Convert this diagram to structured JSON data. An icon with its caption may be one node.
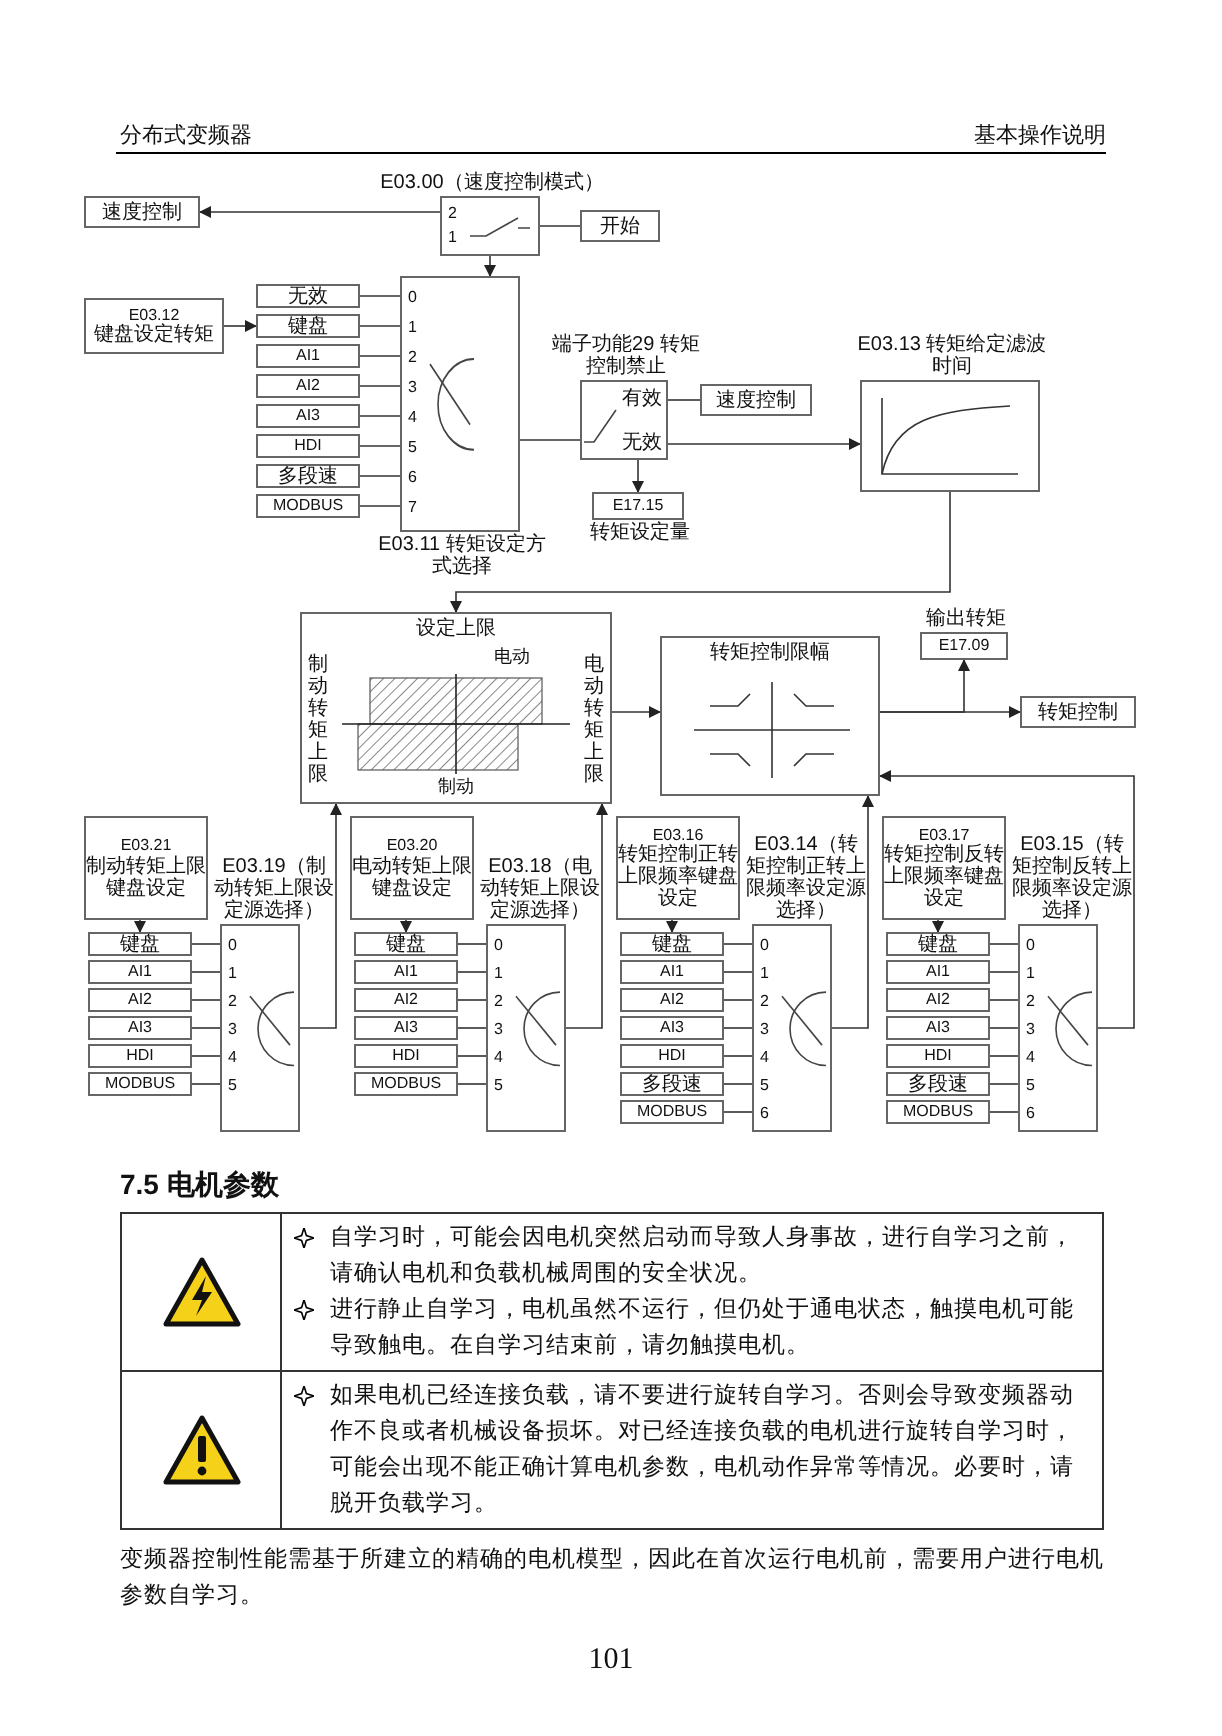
{
  "diagram": {
    "nodes": [
      {
        "text": [
          "速度控制"
        ]
      },
      {
        "text": [
          "E03.00（速度控制模式）",
          "2",
          "1"
        ]
      },
      {
        "text": [
          "开始"
        ]
      },
      {
        "text": [
          "E03.12",
          "键盘设定转矩"
        ]
      },
      {
        "text": [
          "无效"
        ]
      },
      {
        "text": [
          "键盘"
        ]
      },
      {
        "text": [
          "AI1"
        ]
      },
      {
        "text": [
          "AI2"
        ]
      },
      {
        "text": [
          "AI3"
        ]
      },
      {
        "text": [
          "HDI"
        ]
      },
      {
        "text": [
          "多段速"
        ]
      },
      {
        "text": [
          "MODBUS"
        ]
      },
      {
        "text": [
          "E03.11 转矩设定方式选择",
          "0",
          "1",
          "2",
          "3",
          "4",
          "5",
          "6",
          "7"
        ]
      },
      {
        "text": [
          "端子功能29 转矩控制禁止",
          "有效",
          "无效"
        ]
      },
      {
        "text": [
          "速度控制"
        ]
      },
      {
        "text": [
          "E17.15"
        ],
        "beside": [
          "转矩设定量"
        ]
      },
      {
        "text": [
          "E03.13 转矩给定滤波时间"
        ]
      },
      {
        "text": [
          "设定上限",
          "制动转矩上限",
          "电动",
          "电动转矩上限",
          "制动"
        ]
      },
      {
        "text": [
          "转矩控制限幅"
        ]
      },
      {
        "text": [
          "输出转矩",
          "E17.09"
        ]
      },
      {
        "text": [
          "转矩控制"
        ]
      },
      {
        "text": [
          "E03.21",
          "制动转矩上限键盘设定"
        ]
      },
      {
        "text": [
          "键盘"
        ]
      },
      {
        "text": [
          "AI1"
        ]
      },
      {
        "text": [
          "AI2"
        ]
      },
      {
        "text": [
          "AI3"
        ]
      },
      {
        "text": [
          "HDI"
        ]
      },
      {
        "text": [
          "MODBUS"
        ]
      },
      {
        "text": [
          "E03.19（制动转矩上限设定源选择）",
          "0",
          "1",
          "2",
          "3",
          "4",
          "5"
        ]
      },
      {
        "text": [
          "E03.20",
          "电动转矩上限键盘设定"
        ]
      },
      {
        "text": [
          "键盘"
        ]
      },
      {
        "text": [
          "AI1"
        ]
      },
      {
        "text": [
          "AI2"
        ]
      },
      {
        "text": [
          "AI3"
        ]
      },
      {
        "text": [
          "HDI"
        ]
      },
      {
        "text": [
          "MODBUS"
        ]
      },
      {
        "text": [
          "E03.18（电动转矩上限设定源选择）",
          "0",
          "1",
          "2",
          "3",
          "4",
          "5"
        ]
      },
      {
        "text": [
          "E03.16",
          "转矩控制正转上限频率键盘设定"
        ]
      },
      {
        "text": [
          "键盘"
        ]
      },
      {
        "text": [
          "AI1"
        ]
      },
      {
        "text": [
          "AI2"
        ]
      },
      {
        "text": [
          "AI3"
        ]
      },
      {
        "text": [
          "HDI"
        ]
      },
      {
        "text": [
          "多段速"
        ]
      },
      {
        "text": [
          "MODBUS"
        ]
      },
      {
        "text": [
          "E03.14（转矩控制正转上限频率设定源选择）",
          "0",
          "1",
          "2",
          "3",
          "4",
          "5",
          "6"
        ]
      },
      {
        "text": [
          "E03.17",
          "转矩控制反转上限频率键盘设定"
        ]
      },
      {
        "text": [
          "键盘"
        ]
      },
      {
        "text": [
          "AI1"
        ]
      },
      {
        "text": [
          "AI2"
        ]
      },
      {
        "text": [
          "AI3"
        ]
      },
      {
        "text": [
          "HDI"
        ]
      },
      {
        "text": [
          "多段速"
        ]
      },
      {
        "text": [
          "MODBUS"
        ]
      },
      {
        "text": [
          "E03.15（转矩控制反转上限频率设定源选择）",
          "0",
          "1",
          "2",
          "3",
          "4",
          "5",
          "6"
        ]
      }
    ],
    "edges": [
      {
        "from": 1,
        "to": 0,
        "arrow": "to"
      },
      {
        "from": 1,
        "to": 2,
        "arrow": "none"
      },
      {
        "from": 1,
        "to": 12,
        "arrow": "to"
      },
      {
        "from": 3,
        "to": 5,
        "arrow": "to"
      },
      {
        "from": 4,
        "to": 12,
        "arrow": "none"
      },
      {
        "from": 5,
        "to": 12,
        "arrow": "none"
      },
      {
        "from": 6,
        "to": 12,
        "arrow": "none"
      },
      {
        "from": 7,
        "to": 12,
        "arrow": "none"
      },
      {
        "from": 8,
        "to": 12,
        "arrow": "none"
      },
      {
        "from": 9,
        "to": 12,
        "arrow": "none"
      },
      {
        "from": 10,
        "to": 12,
        "arrow": "none"
      },
      {
        "from": 11,
        "to": 12,
        "arrow": "none"
      },
      {
        "from": 12,
        "to": 13,
        "arrow": "none"
      },
      {
        "from": 13,
        "to": 14,
        "arrow": "none"
      },
      {
        "from": 13,
        "to": 15,
        "arrow": "to"
      },
      {
        "from": 13,
        "to": 16,
        "arrow": "to"
      },
      {
        "from": 16,
        "to": 17,
        "arrow": "to"
      },
      {
        "from": 17,
        "to": 18,
        "arrow": "to"
      },
      {
        "from": 18,
        "to": 20,
        "arrow": "to"
      },
      {
        "from": 18,
        "to": 19,
        "arrow": "to"
      },
      {
        "from": 21,
        "to": 22,
        "arrow": "to"
      },
      {
        "from": 22,
        "to": 28,
        "arrow": "none"
      },
      {
        "from": 23,
        "to": 28,
        "arrow": "none"
      },
      {
        "from": 24,
        "to": 28,
        "arrow": "none"
      },
      {
        "from": 25,
        "to": 28,
        "arrow": "none"
      },
      {
        "from": 26,
        "to": 28,
        "arrow": "none"
      },
      {
        "from": 27,
        "to": 28,
        "arrow": "none"
      },
      {
        "from": 28,
        "to": 17,
        "arrow": "to"
      },
      {
        "from": 29,
        "to": 30,
        "arrow": "to"
      },
      {
        "from": 30,
        "to": 36,
        "arrow": "none"
      },
      {
        "from": 31,
        "to": 36,
        "arrow": "none"
      },
      {
        "from": 32,
        "to": 36,
        "arrow": "none"
      },
      {
        "from": 33,
        "to": 36,
        "arrow": "none"
      },
      {
        "from": 34,
        "to": 36,
        "arrow": "none"
      },
      {
        "from": 35,
        "to": 36,
        "arrow": "none"
      },
      {
        "from": 36,
        "to": 17,
        "arrow": "to"
      },
      {
        "from": 37,
        "to": 38,
        "arrow": "to"
      },
      {
        "from": 38,
        "to": 45,
        "arrow": "none"
      },
      {
        "from": 39,
        "to": 45,
        "arrow": "none"
      },
      {
        "from": 40,
        "to": 45,
        "arrow": "none"
      },
      {
        "from": 41,
        "to": 45,
        "arrow": "none"
      },
      {
        "from": 42,
        "to": 45,
        "arrow": "none"
      },
      {
        "from": 43,
        "to": 45,
        "arrow": "none"
      },
      {
        "from": 44,
        "to": 45,
        "arrow": "none"
      },
      {
        "from": 45,
        "to": 18,
        "arrow": "to"
      },
      {
        "from": 46,
        "to": 47,
        "arrow": "to"
      },
      {
        "from": 47,
        "to": 54,
        "arrow": "none"
      },
      {
        "from": 48,
        "to": 54,
        "arrow": "none"
      },
      {
        "from": 49,
        "to": 54,
        "arrow": "none"
      },
      {
        "from": 50,
        "to": 54,
        "arrow": "none"
      },
      {
        "from": 51,
        "to": 54,
        "arrow": "none"
      },
      {
        "from": 52,
        "to": 54,
        "arrow": "none"
      },
      {
        "from": 53,
        "to": 54,
        "arrow": "none"
      },
      {
        "from": 54,
        "to": 18,
        "arrow": "to"
      }
    ],
    "labels": [
      "分布式变频器",
      "基本操作说明",
      "7.5 电机参数",
      "自学习时，可能会因电机突然启动而导致人身事故，进行自学习之前，请确认电机和负载机械周围的安全状况。",
      "进行静止自学习，电机虽然不运行，但仍处于通电状态，触摸电机可能导致触电。在自学习结束前，请勿触摸电机。",
      "如果电机已经连接负载，请不要进行旋转自学习。否则会导致变频器动作不良或者机械设备损坏。对已经连接负载的电机进行旋转自学习时，可能会出现不能正确计算电机参数，电机动作异常等情况。必要时，请脱开负载学习。",
      "变频器控制性能需基于所建立的精确的电机模型，因此在首次运行电机前，需要用户进行电机参数自学习。",
      "101"
    ]
  }
}
